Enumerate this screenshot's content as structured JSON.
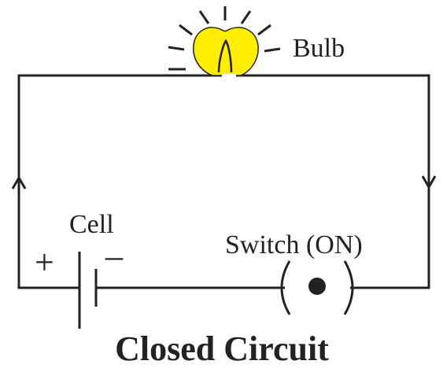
{
  "labels": {
    "bulb": "Bulb",
    "cell": "Cell",
    "switch": "Switch (ON)",
    "plus": "+",
    "minus": "–",
    "title": "Closed Circuit"
  },
  "colors": {
    "wire": "#222222",
    "bulb_fill": "#ffee00",
    "background": "#ffffff"
  },
  "icons": {
    "bulb": "light-bulb-icon",
    "cell": "battery-cell-icon",
    "switch": "switch-on-icon",
    "current_arrows": "chevron-arrow-icon"
  },
  "state": {
    "switch_on": true,
    "bulb_lit": true
  }
}
